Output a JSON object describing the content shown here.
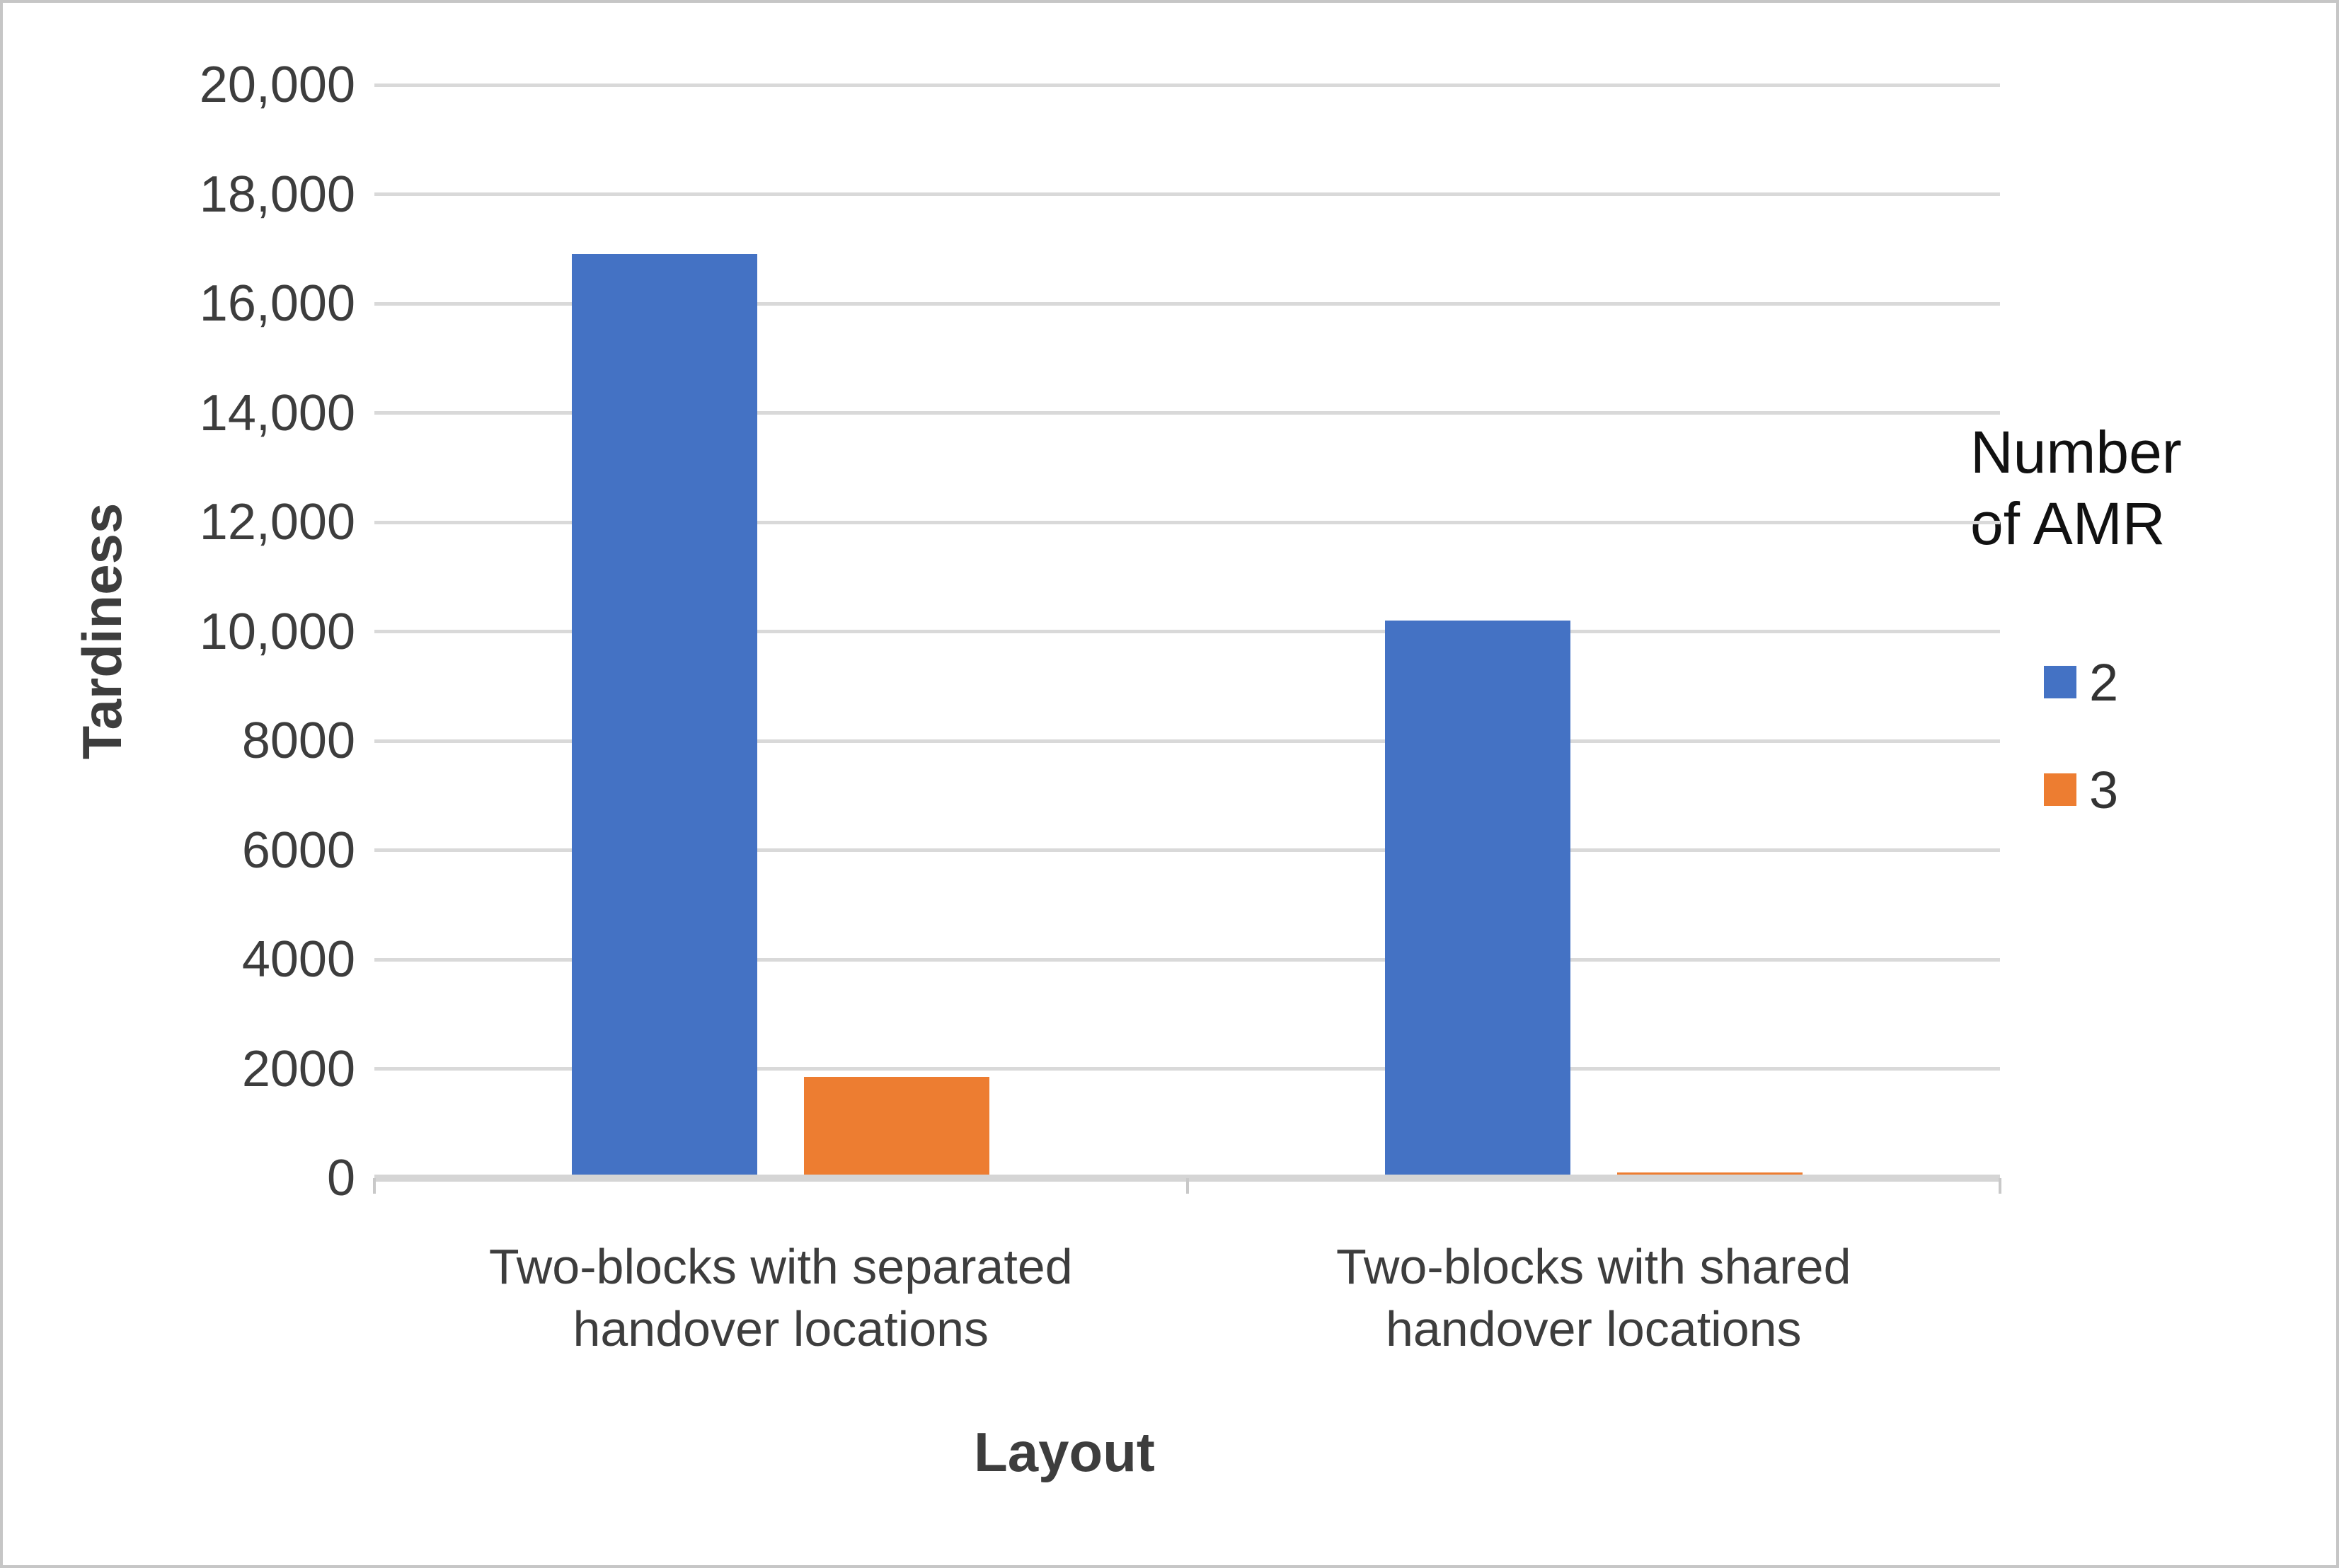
{
  "figure": {
    "background": "#ffffff",
    "border_color": "#c6c6c6"
  },
  "chart_data": {
    "type": "bar",
    "title": "",
    "xlabel": "Layout",
    "ylabel": "Tardiness",
    "ylim": [
      0,
      20000
    ],
    "ytick_step": 2000,
    "ytick_labels": [
      "0",
      "2000",
      "4000",
      "6000",
      "8000",
      "10,000",
      "12,000",
      "14,000",
      "16,000",
      "18,000",
      "20,000"
    ],
    "grid": true,
    "categories": [
      [
        "Two-blocks with separated",
        "handover locations"
      ],
      [
        "Two-blocks with shared",
        "handover locations"
      ]
    ],
    "series": [
      {
        "name": "2",
        "color": "#4472C4",
        "values": [
          16900,
          10200
        ]
      },
      {
        "name": "3",
        "color": "#ED7D31",
        "values": [
          1850,
          100
        ]
      }
    ],
    "legend": {
      "position": "right",
      "title_lines": [
        "Number",
        "of AMR"
      ]
    },
    "colors": {
      "gridline": "#d9d9d9",
      "axis_line": "#d5d5d5",
      "tick_text": "#3d3d3d"
    }
  }
}
